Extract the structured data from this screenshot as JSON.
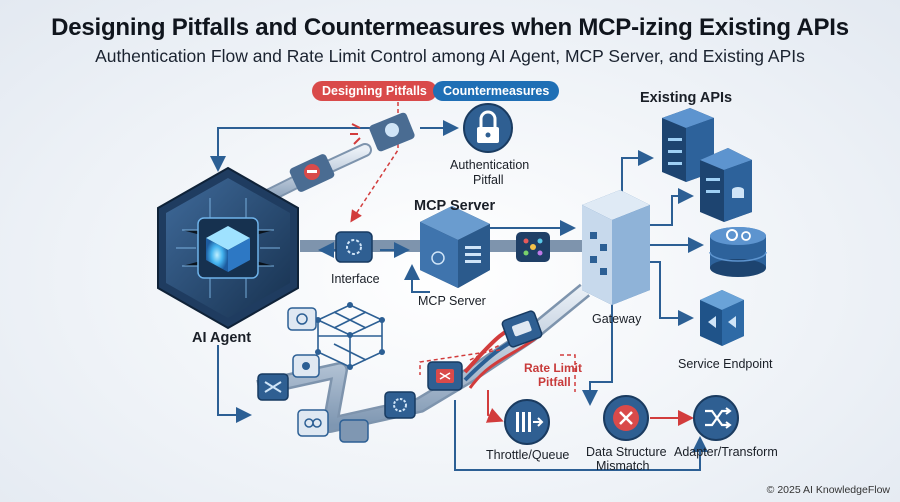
{
  "header": {
    "title": "Designing Pitfalls and Countermeasures when MCP-izing Existing APIs",
    "subtitle": "Authentication Flow and Rate Limit Control among AI Agent, MCP Server, and Existing APIs"
  },
  "legend": {
    "pitfalls": "Designing Pitfalls",
    "countermeasures": "Countermeasures"
  },
  "labels": {
    "existing_apis": "Existing APIs",
    "auth_pitfall_line1": "Authentication",
    "auth_pitfall_line2": "Pitfall",
    "mcp_server_top": "MCP Server",
    "mcp_server_bottom": "MCP Server",
    "interface": "Interface",
    "ai_agent": "AI Agent",
    "gateway": "Gateway",
    "service_endpoint": "Service Endpoint",
    "rate_limit_line1": "Rate Limit",
    "rate_limit_line2": "Pitfall",
    "throttle_queue": "Throttle/Queue",
    "data_mismatch_line1": "Data Structure",
    "data_mismatch_line2": "Mismatch",
    "adapter_transform": "Adapter/Transform"
  },
  "footer": {
    "copyright": "© 2025 AI KnowledgeFlow"
  },
  "colors": {
    "pitfall": "#d94a4a",
    "countermeasure": "#1f6fb5",
    "flow": "#2c5f94"
  }
}
